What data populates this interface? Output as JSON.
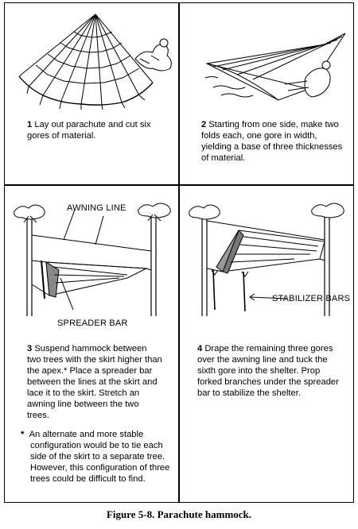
{
  "panels": [
    {
      "number": "1",
      "text": "Lay out parachute and cut six gores of material."
    },
    {
      "number": "2",
      "text": "Starting from one side, make two folds each, one gore in width, yielding a base of three thicknesses of material."
    },
    {
      "number": "3",
      "text": "Suspend hammock between two trees with the skirt higher than the apex.* Place a spreader bar between the lines at the skirt and lace it to the skirt. Stretch an awning line between the two trees."
    },
    {
      "number": "4",
      "text": "Drape the remaining three gores over the awning line and tuck the sixth gore into the shelter. Prop forked branches under the spreader bar to stabilize the shelter."
    }
  ],
  "footnote": {
    "marker": "*",
    "text": "An alternate and more stable configuration would be to tie each side of the skirt to a separate tree. However, this configuration of three trees could be difficult to find."
  },
  "labels": {
    "awning_line": "AWNING LINE",
    "spreader_bar": "SPREADER BAR",
    "stabilizer_bars": "STABILIZER BARS"
  },
  "figure_caption": "Figure 5-8. Parachute hammock."
}
